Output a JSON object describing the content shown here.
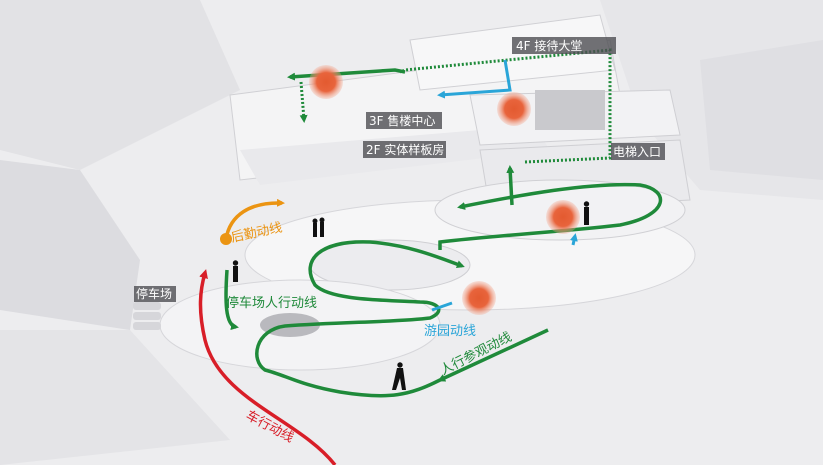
{
  "floors": {
    "f4": "4F 接待大堂",
    "f3": "3F 售楼中心",
    "f2": "2F 实体样板房",
    "elevator": "电梯入口"
  },
  "areas": {
    "parking": "停车场"
  },
  "routes": {
    "logistics": "后勤动线",
    "parking_pedestrian": "停车场人行动线",
    "garden": "游园动线",
    "visitor": "人行参观动线",
    "vehicle": "车行动线"
  },
  "colors": {
    "pedestrian": "#1f8a3a",
    "vehicle": "#d81e28",
    "logistics": "#eb9412",
    "garden": "#2aa5d8",
    "hotspot": "#e8603c"
  }
}
